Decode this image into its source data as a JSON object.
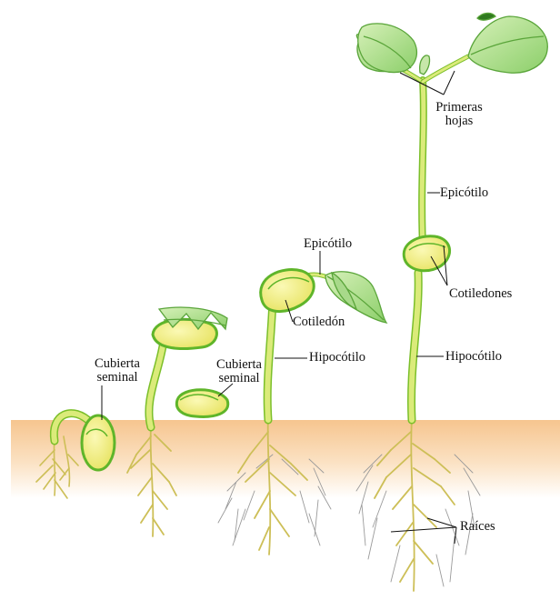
{
  "colors": {
    "soil_top": "#f6c58f",
    "soil_bottom": "#ffffff",
    "stem": "#dbeb7a",
    "stem_edge": "#7bbf2a",
    "seed": "#f3f183",
    "seed_edge": "#5fb52a",
    "leaf": "#b8e39a",
    "leaf_edge": "#5aa53a",
    "root_yellow": "#d9d06a",
    "root_grey": "#8a8a8a"
  },
  "labels": {
    "cubierta_seminal_1": {
      "line1": "Cubierta",
      "line2": "seminal"
    },
    "cubierta_seminal_2": {
      "line1": "Cubierta",
      "line2": "seminal"
    },
    "epicotilo_3": "Epicótilo",
    "cotiledon_3": "Cotiledón",
    "hipocotilo_3": "Hipocótilo",
    "primeras_hojas": {
      "line1": "Primeras",
      "line2": "hojas"
    },
    "epicotilo_4": "Epicótilo",
    "cotiledones_4": "Cotiledones",
    "hipocotilo_4": "Hipocótilo",
    "raices": "Raíces"
  },
  "icons": [
    "seed-icon",
    "leaf-icon",
    "root-icon"
  ]
}
